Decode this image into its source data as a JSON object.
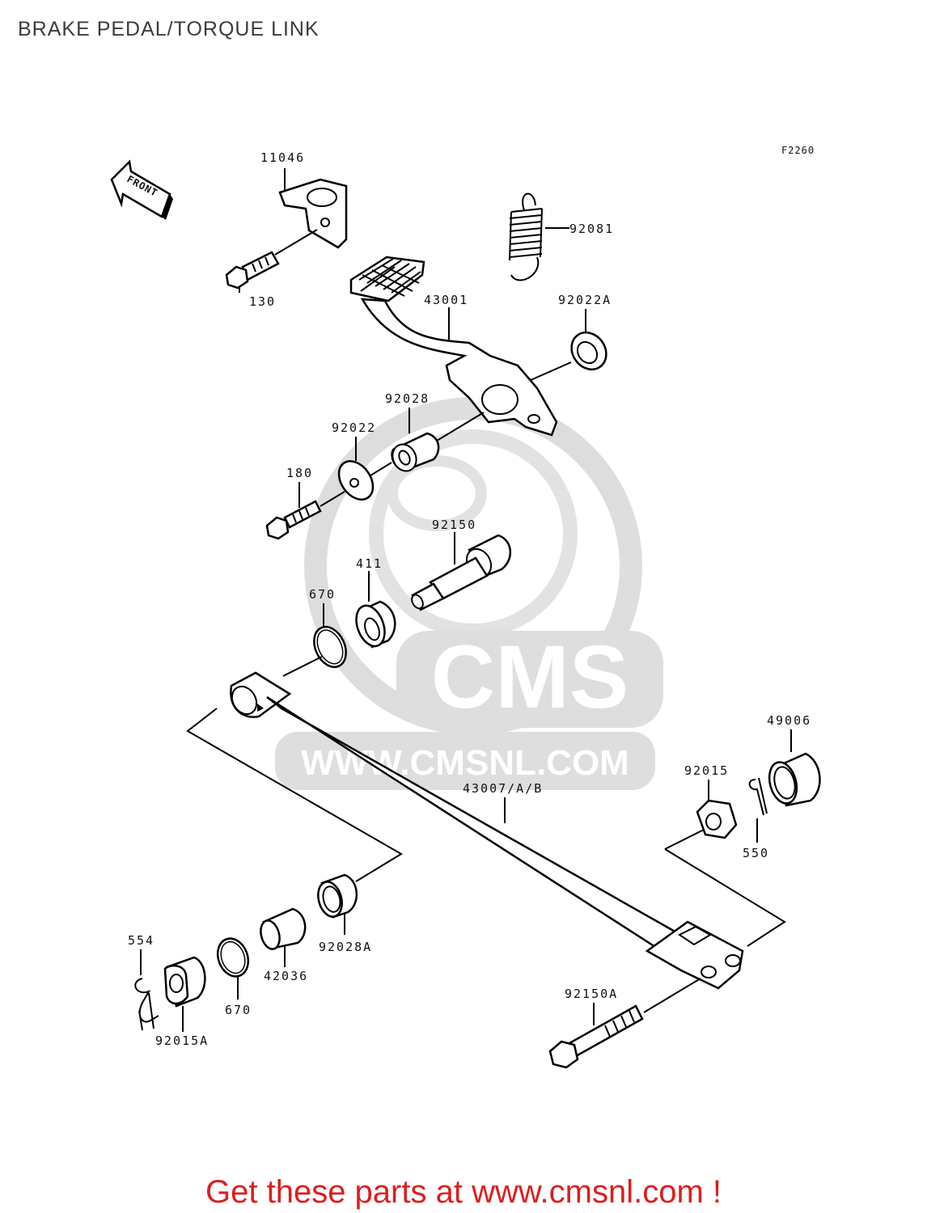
{
  "header": {
    "title": "BRAKE PEDAL/TORQUE LINK"
  },
  "figure": {
    "code": "F2260",
    "front_label": "FRONT"
  },
  "watermark": {
    "brand": "CMS",
    "url": "WWW.CMSNL.COM",
    "color": "#d6d6d6"
  },
  "parts": {
    "p11046": "11046",
    "p130": "130",
    "p92081": "92081",
    "p43001": "43001",
    "p92022A": "92022A",
    "p92028": "92028",
    "p92022": "92022",
    "p180": "180",
    "p92150": "92150",
    "p411": "411",
    "p670_top": "670",
    "p49006": "49006",
    "p92015": "92015",
    "p43007": "43007/A/B",
    "p550": "550",
    "p554": "554",
    "p92028A": "92028A",
    "p42036": "42036",
    "p670_bottom": "670",
    "p92015A": "92015A",
    "p92150A": "92150A"
  },
  "footer": {
    "cta": "Get these parts at www.cmsnl.com !",
    "color": "#dd1e1e"
  }
}
